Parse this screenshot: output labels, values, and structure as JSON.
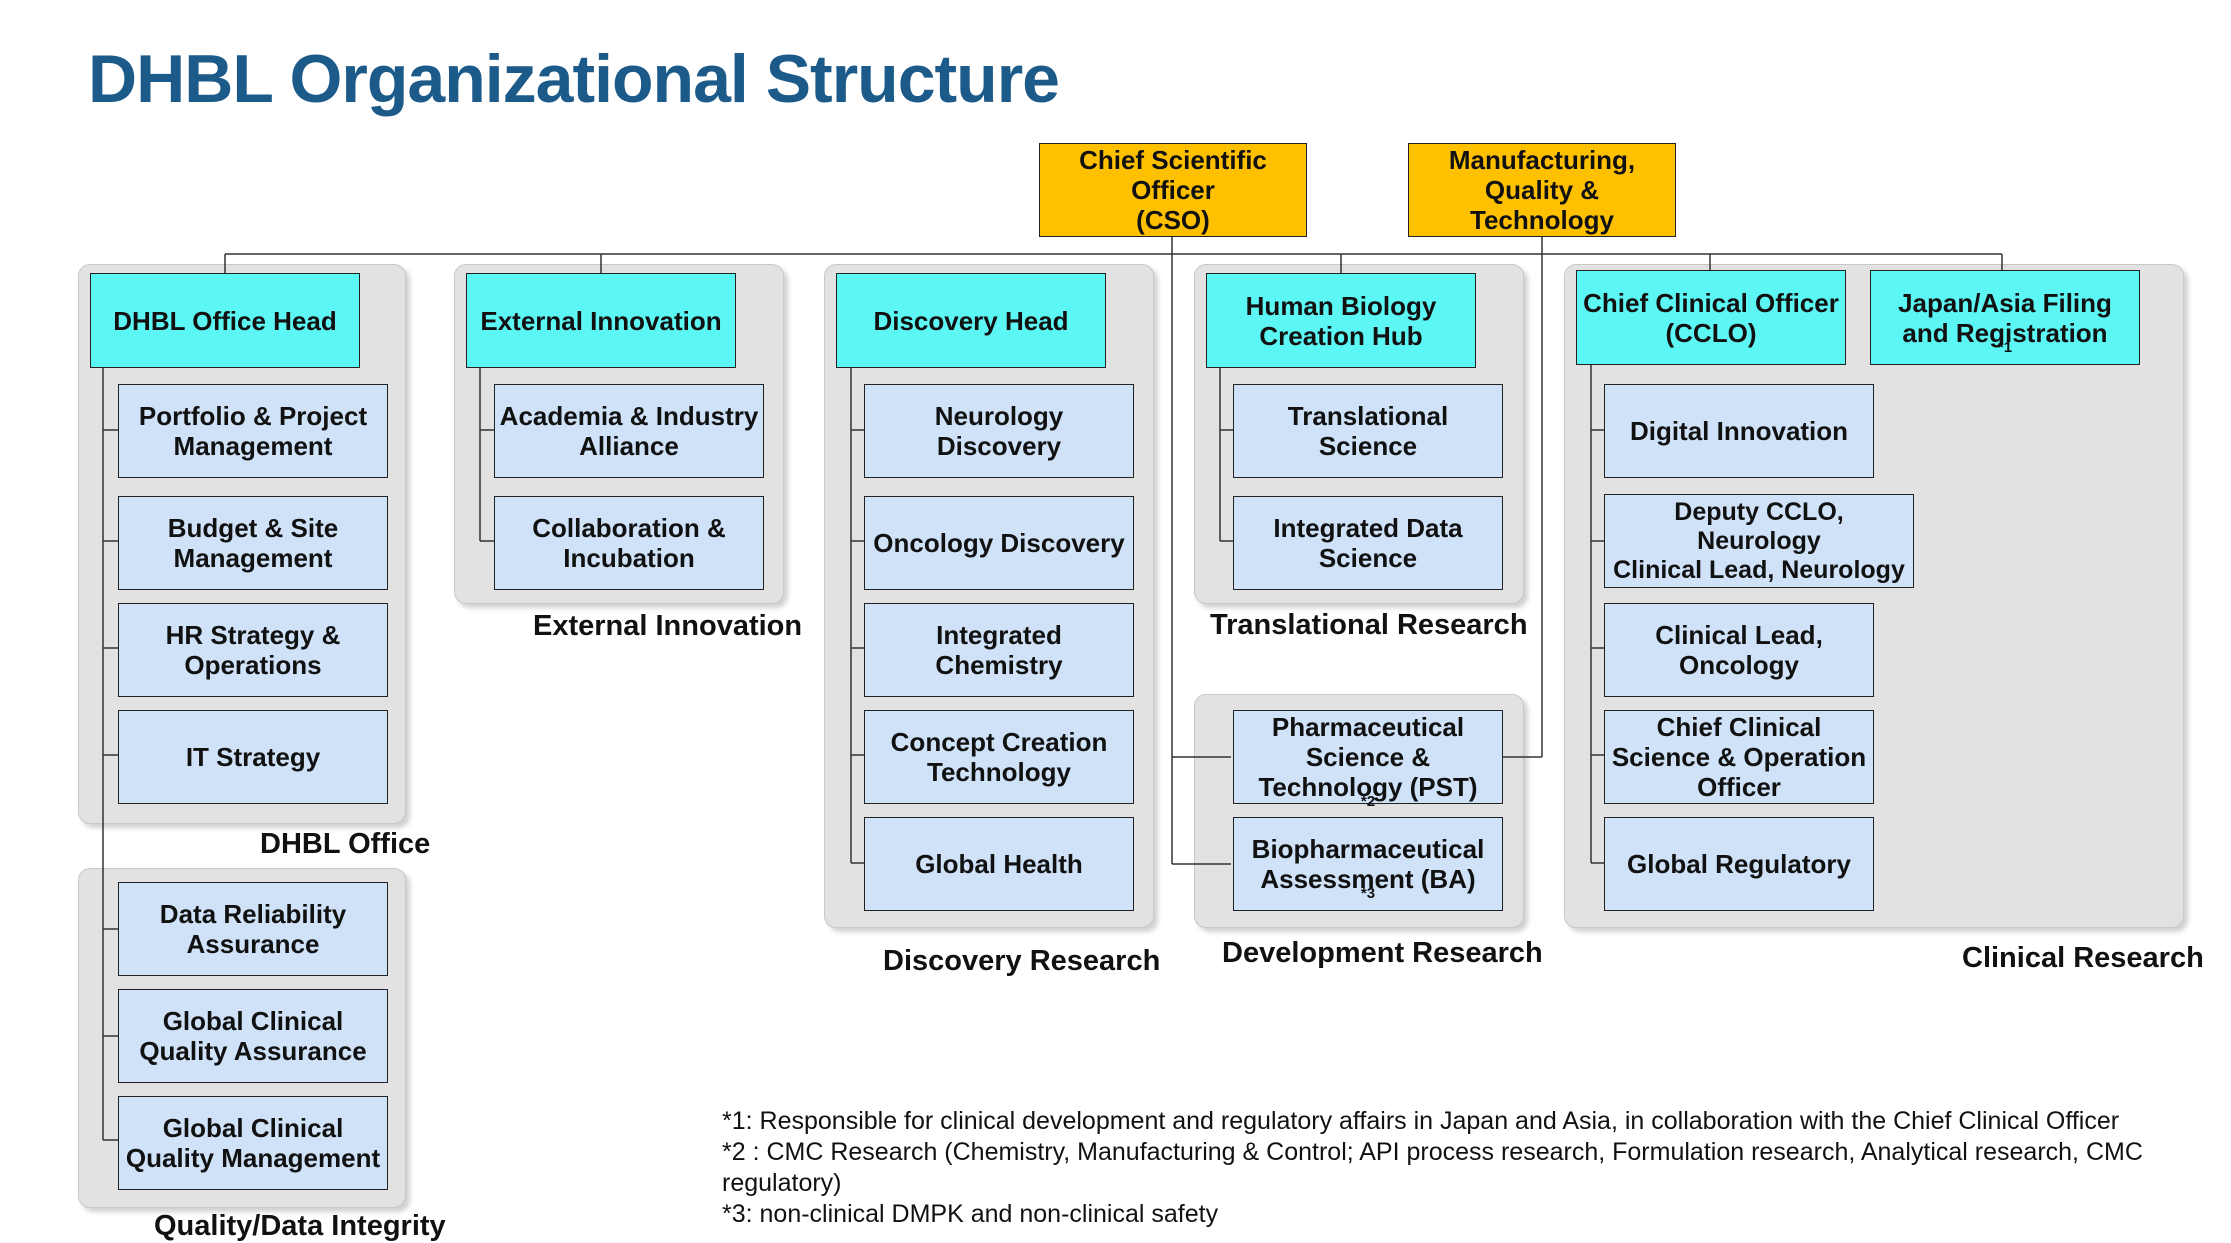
{
  "title": "DHBL Organizational Structure",
  "top": {
    "cso": [
      "Chief Scientific",
      "Officer",
      "(CSO)"
    ],
    "mqt": [
      "Manufacturing,",
      "Quality &",
      "Technology"
    ]
  },
  "office": {
    "head": "DHBL Office Head",
    "items": [
      [
        "Portfolio & Project",
        "Management"
      ],
      [
        "Budget & Site",
        "Management"
      ],
      [
        "HR Strategy &",
        "Operations"
      ],
      [
        "IT Strategy"
      ]
    ],
    "label": "DHBL Office"
  },
  "quality": {
    "items": [
      [
        "Data Reliability",
        "Assurance"
      ],
      [
        "Global Clinical",
        "Quality Assurance"
      ],
      [
        "Global Clinical",
        "Quality Management"
      ]
    ],
    "label": "Quality/Data Integrity"
  },
  "external": {
    "head": "External Innovation",
    "items": [
      [
        "Academia & Industry",
        "Alliance"
      ],
      [
        "Collaboration &",
        "Incubation"
      ]
    ],
    "label": "External Innovation"
  },
  "discovery": {
    "head": "Discovery Head",
    "items": [
      [
        "Neurology Discovery"
      ],
      [
        "Oncology Discovery"
      ],
      [
        "Integrated",
        "Chemistry"
      ],
      [
        "Concept Creation",
        "Technology"
      ],
      [
        "Global Health"
      ]
    ],
    "label": "Discovery Research"
  },
  "translational": {
    "head": [
      "Human Biology",
      "Creation Hub"
    ],
    "items": [
      [
        "Translational",
        "Science"
      ],
      [
        "Integrated Data",
        "Science"
      ]
    ],
    "label": "Translational Research"
  },
  "development": {
    "pst": [
      "Pharmaceutical",
      "Science &",
      "Technology (PST)"
    ],
    "pst_mark": "*2",
    "ba": [
      "Biopharmaceutical",
      "Assessment (BA)"
    ],
    "ba_mark": "*3",
    "label": "Development Research"
  },
  "clinical": {
    "cclo": [
      "Chief Clinical Officer",
      "(CCLO)"
    ],
    "japan": [
      "Japan/Asia Filing",
      "and Registration"
    ],
    "japan_mark": "*1",
    "items": [
      [
        "Digital Innovation"
      ],
      [
        "Deputy CCLO,",
        "Neurology",
        "Clinical Lead, Neurology"
      ],
      [
        "Clinical Lead,",
        "Oncology"
      ],
      [
        "Chief Clinical",
        "Science & Operation",
        "Officer"
      ],
      [
        "Global Regulatory"
      ]
    ],
    "label": "Clinical Research"
  },
  "notes": [
    "*1: Responsible for clinical development and regulatory affairs in Japan and Asia, in collaboration with the Chief Clinical Officer",
    "*2 : CMC Research (Chemistry, Manufacturing & Control; API process research, Formulation research, Analytical research, CMC regulatory)",
    "*3: non-clinical DMPK and non-clinical safety"
  ],
  "colors": {
    "title": "#1c5a8a",
    "top_box": "#ffc000",
    "head_box": "#5cf6f4",
    "item_box": "#cfe2f8",
    "panel": "#e2e2e2"
  }
}
